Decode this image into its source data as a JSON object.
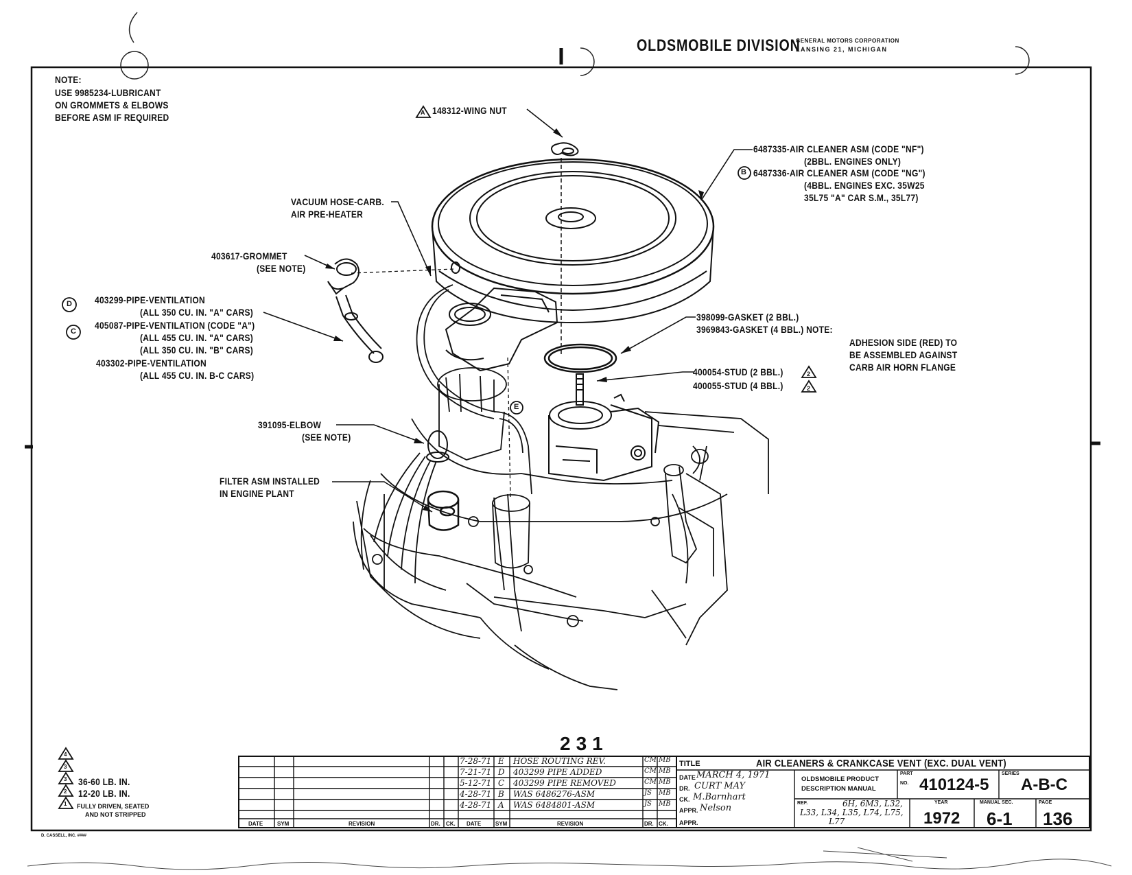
{
  "header": {
    "division": "OLDSMOBILE DIVISION",
    "corp_line1": "GENERAL MOTORS CORPORATION",
    "corp_line2": "LANSING 21, MICHIGAN"
  },
  "note": {
    "lines": [
      "NOTE:",
      "USE 9985234-LUBRICANT",
      "ON GROMMETS & ELBOWS",
      "BEFORE ASM IF REQUIRED"
    ]
  },
  "callouts": {
    "wing_nut": "148312-WING NUT",
    "wing_nut_sym": "A",
    "air_cleaner_1": "6487335-AIR CLEANER ASM (CODE \"NF\")",
    "air_cleaner_1b": "(2BBL. ENGINES ONLY)",
    "air_cleaner_2_sym": "B",
    "air_cleaner_2": "6487336-AIR CLEANER ASM (CODE \"NG\")",
    "air_cleaner_2b": "(4BBL. ENGINES EXC. 35W25",
    "air_cleaner_2c": "35L75 \"A\" CAR S.M., 35L77)",
    "vacuum_hose_1": "VACUUM HOSE-CARB.",
    "vacuum_hose_2": "AIR PRE-HEATER",
    "grommet_1": "403617-GROMMET",
    "grommet_2": "(SEE NOTE)",
    "pipe_d_sym": "D",
    "pipe_d_1": "403299-PIPE-VENTILATION",
    "pipe_d_2": "(ALL 350 CU. IN. \"A\" CARS)",
    "pipe_c_sym": "C",
    "pipe_c_1": "405087-PIPE-VENTILATION (CODE \"A\")",
    "pipe_c_2": "(ALL 455 CU. IN. \"A\" CARS)",
    "pipe_c_3": "(ALL 350 CU. IN. \"B\" CARS)",
    "pipe_3": "403302-PIPE-VENTILATION",
    "pipe_3b": "(ALL 455 CU. IN. B-C CARS)",
    "gasket_1": "398099-GASKET (2 BBL.)",
    "gasket_2": "3969843-GASKET (4 BBL.) NOTE:",
    "adhesion_1": "ADHESION SIDE (RED) TO",
    "adhesion_2": "BE ASSEMBLED AGAINST",
    "adhesion_3": "CARB AIR HORN FLANGE",
    "stud_1": "400054-STUD (2 BBL.)",
    "stud_2": "400055-STUD (4 BBL.)",
    "stud_sym": "2",
    "elbow_1": "391095-ELBOW",
    "elbow_2": "(SEE NOTE)",
    "filter_1": "FILTER ASM INSTALLED",
    "filter_2": "IN ENGINE PLANT",
    "e_sym": "E"
  },
  "torque_legend": {
    "sym_1": "4",
    "sym_2": "3",
    "sym_3": "2",
    "sym_4": "1",
    "line_2": "36-60 LB. IN.",
    "line_3": "12-20 LB. IN.",
    "line_4a": "FULLY DRIVEN, SEATED",
    "line_4b": "AND NOT STRIPPED"
  },
  "page_stamp": "231",
  "printer": "D. CASSELL, INC. ####",
  "revisions_left_headers": [
    "DATE",
    "SYM",
    "REVISION",
    "DR.",
    "CK."
  ],
  "revisions_right_headers": [
    "DATE",
    "SYM",
    "REVISION",
    "DR.",
    "CK."
  ],
  "revisions": [
    {
      "date": "7-28-71",
      "sym": "E",
      "text": "HOSE ROUTING REV.",
      "dr": "CM",
      "ck": "MB"
    },
    {
      "date": "7-21-71",
      "sym": "D",
      "text": "403299 PIPE ADDED",
      "dr": "CM",
      "ck": "MB"
    },
    {
      "date": "5-12-71",
      "sym": "C",
      "text": "403299 PIPE REMOVED",
      "dr": "CM",
      "ck": "MB"
    },
    {
      "date": "4-28-71",
      "sym": "B",
      "text": "WAS 6486276-ASM",
      "dr": "JS",
      "ck": "MB"
    },
    {
      "date": "4-28-71",
      "sym": "A",
      "text": "WAS 6484801-ASM",
      "dr": "JS",
      "ck": "MB"
    }
  ],
  "title_block": {
    "title_label": "TITLE",
    "title": "AIR CLEANERS & CRANKCASE VENT (EXC. DUAL VENT)",
    "date_label": "DATE",
    "date": "MARCH 4, 1971",
    "dr_label": "DR.",
    "dr": "CURT MAY",
    "ck_label": "CK.",
    "ck": "M.Barnhart",
    "appr_label_1": "APPR.",
    "appr_1": "Nelson",
    "appr_label_2": "APPR.",
    "manual_1": "OLDSMOBILE PRODUCT",
    "manual_2": "DESCRIPTION MANUAL",
    "part_label_1": "PART",
    "part_label_2": "NO.",
    "part_no": "410124-5",
    "series_label": "SERIES",
    "series": "A-B-C",
    "ref_label": "REF.",
    "ref_1": "6H, 6M3, L32,",
    "ref_2": "L33, L34, L35, L74, L75,",
    "ref_3": "L77",
    "year_label": "YEAR",
    "year": "1972",
    "manual_sec_label": "MANUAL SEC.",
    "manual_sec": "6-1",
    "page_label": "PAGE",
    "page": "136"
  }
}
